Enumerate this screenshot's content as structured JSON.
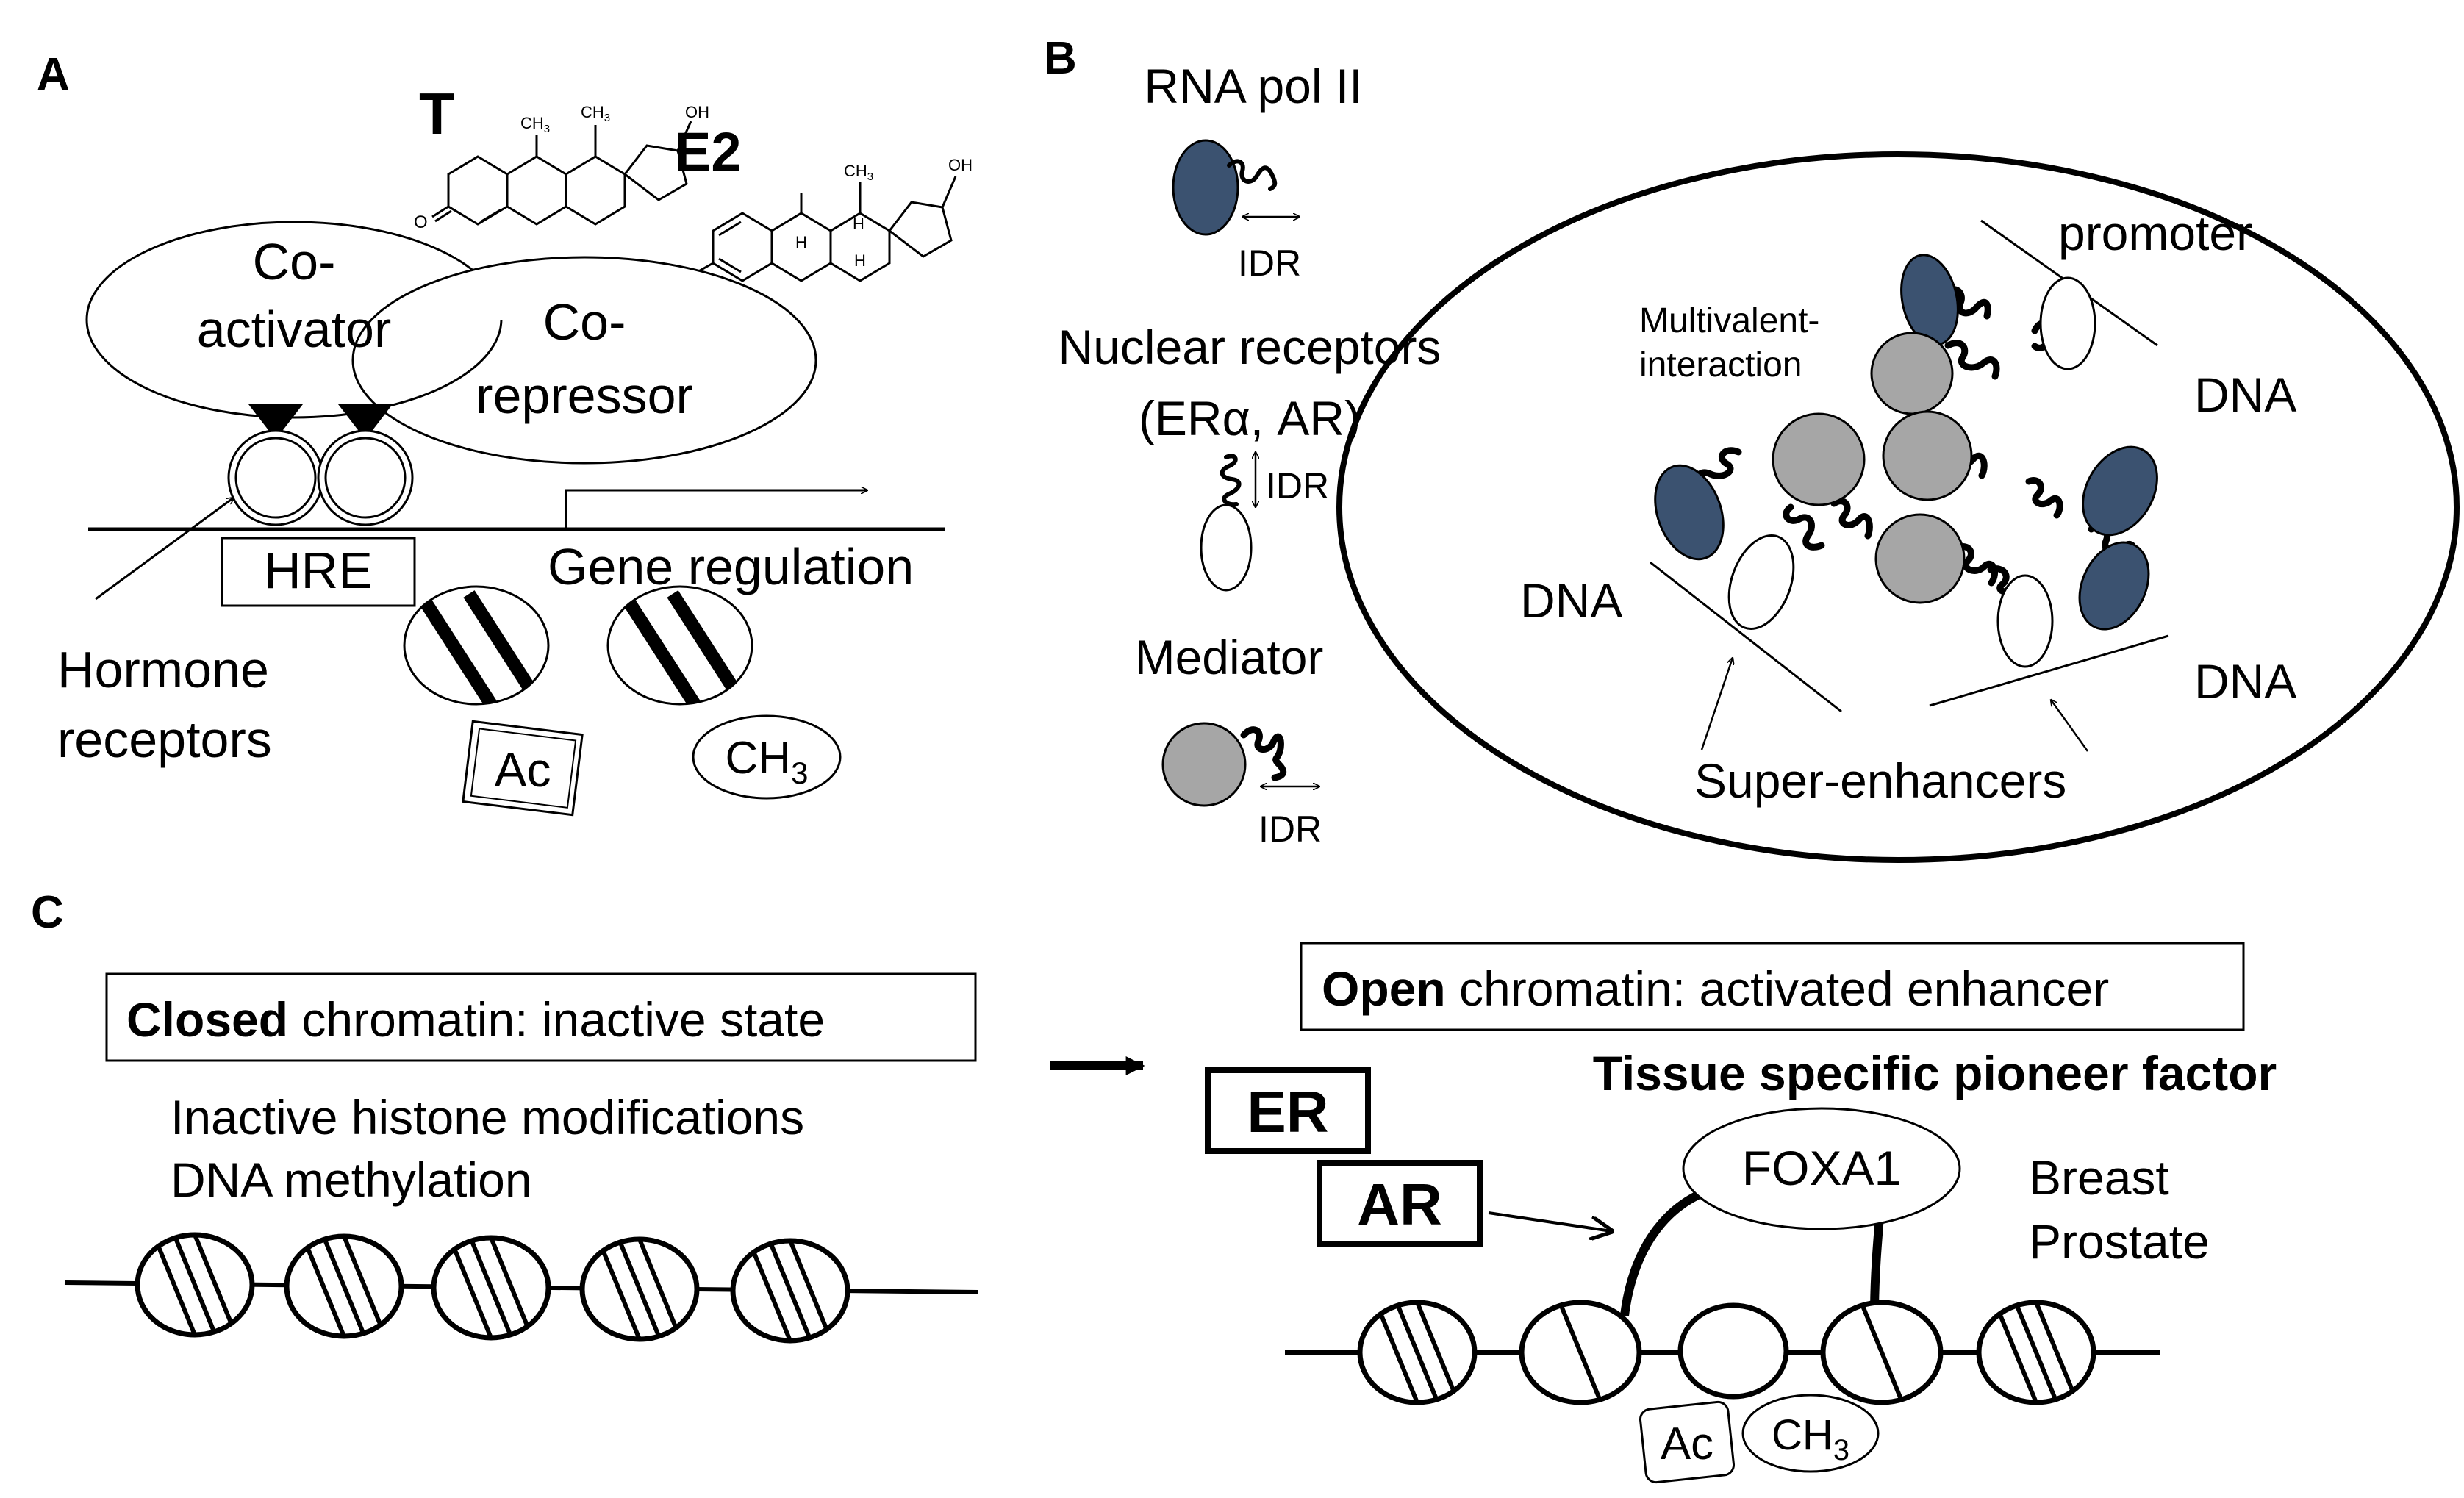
{
  "panel_a": {
    "label": "A",
    "hormone_t": "T",
    "hormone_e2": "E2",
    "coactivator_line1": "Co-",
    "coactivator_line2": "activator",
    "corepressor_line1": "Co-",
    "corepressor_line2": "repressor",
    "hre": "HRE",
    "gene_regulation": "Gene regulation",
    "hormone_receptors_line1": "Hormone",
    "hormone_receptors_line2": "receptors",
    "ac": "Ac",
    "ch3": "CH",
    "ch3_sub": "3",
    "steroid_oh": "OH",
    "steroid_ch3": "CH",
    "steroid_ch3_sub": "3",
    "steroid_o": "O",
    "steroid_ho": "HO",
    "steroid_h": "H"
  },
  "panel_b": {
    "label": "B",
    "rna_pol": "RNA pol II",
    "idr": "IDR",
    "nuclear_receptors": "Nuclear receptors",
    "nr_examples": "(ERα, AR)",
    "mediator": "Mediator",
    "multivalent_line1": "Multivalent-",
    "multivalent_line2": "interaction",
    "promoter": "promoter",
    "dna": "DNA",
    "super_enhancers": "Super-enhancers"
  },
  "panel_c": {
    "label": "C",
    "closed_bold": "Closed",
    "closed_rest": " chromatin: inactive state",
    "inactive_histone": "Inactive histone modifications",
    "dna_methylation": "DNA methylation",
    "open_bold": "Open",
    "open_rest": " chromatin: activated enhancer",
    "pioneer": "Tissue specific pioneer factor",
    "er": "ER",
    "ar": "AR",
    "foxa1": "FOXA1",
    "breast": "Breast",
    "prostate": "Prostate",
    "ac": "Ac",
    "ch3": "CH",
    "ch3_sub": "3"
  },
  "colors": {
    "navy": "#3b5270",
    "gray": "#a6a6a6"
  }
}
